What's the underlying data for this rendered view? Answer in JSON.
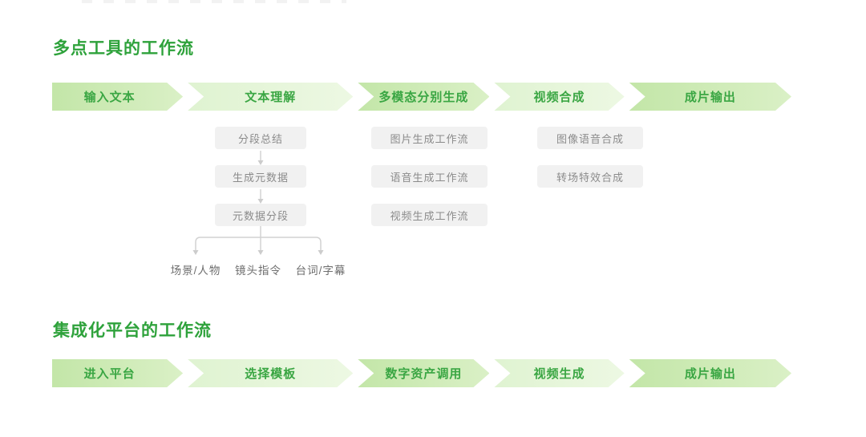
{
  "colors": {
    "accent_green": "#2ea23b",
    "step_text_green": "#3aa643",
    "chevron_dark": "#c3e6a8",
    "chevron_light": "#dff3d1",
    "subbox_bg": "#f1f1f1",
    "subbox_text": "#8b8b8b",
    "connector_gray": "#d2d2d2"
  },
  "section1": {
    "title": "多点工具的工作流",
    "steps": [
      "输入文本",
      "文本理解",
      "多模态分别生成",
      "视频合成",
      "成片输出"
    ],
    "columns": [
      {
        "boxes": [
          "分段总结",
          "生成元数据",
          "元数据分段"
        ]
      },
      {
        "boxes": [
          "图片生成工作流",
          "语音生成工作流",
          "视频生成工作流"
        ]
      },
      {
        "boxes": [
          "图像语音合成",
          "转场特效合成"
        ]
      }
    ],
    "branch_labels": [
      "场景/人物",
      "镜头指令",
      "台词/字幕"
    ]
  },
  "section2": {
    "title": "集成化平台的工作流",
    "steps": [
      "进入平台",
      "选择模板",
      "数字资产调用",
      "视频生成",
      "成片输出"
    ]
  }
}
